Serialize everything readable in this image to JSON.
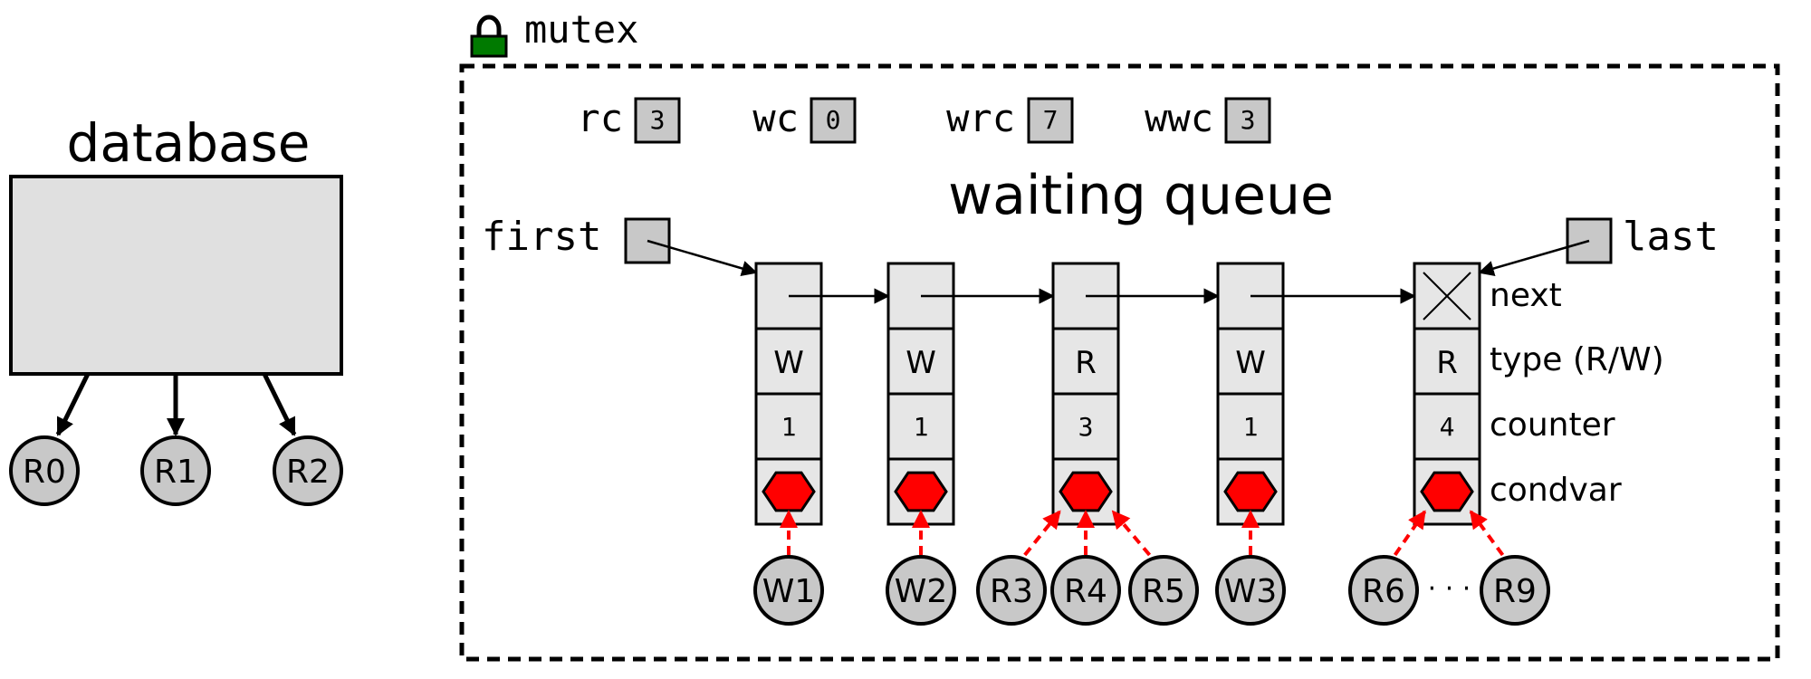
{
  "database": {
    "label": "database",
    "readers": [
      "R0",
      "R1",
      "R2"
    ]
  },
  "mutex": {
    "label": "mutex",
    "lock_icon": "padlock-icon",
    "lock_color": "#007a00"
  },
  "counters": [
    {
      "name": "rc",
      "value": "3"
    },
    {
      "name": "wc",
      "value": "0"
    },
    {
      "name": "wrc",
      "value": "7"
    },
    {
      "name": "wwc",
      "value": "3"
    }
  ],
  "queue": {
    "title": "waiting queue",
    "first_label": "first",
    "last_label": "last",
    "nodes": [
      {
        "type": "W",
        "counter": "1",
        "waiters": [
          "W1"
        ]
      },
      {
        "type": "W",
        "counter": "1",
        "waiters": [
          "W2"
        ]
      },
      {
        "type": "R",
        "counter": "3",
        "waiters": [
          "R3",
          "R4",
          "R5"
        ]
      },
      {
        "type": "W",
        "counter": "1",
        "waiters": [
          "W3"
        ]
      },
      {
        "type": "R",
        "counter": "4",
        "waiters": [
          "R6",
          "R9"
        ],
        "ellipsis": "· · ·"
      }
    ],
    "field_labels": {
      "next": "next",
      "type": "type (R/W)",
      "counter": "counter",
      "condvar": "condvar"
    }
  },
  "colors": {
    "cell_fill": "#e6e6e6",
    "counter_fill": "#c8c8c8",
    "circle_fill": "#c8c8c8",
    "db_fill": "#e0e0e0",
    "condvar_fill": "#ff0000",
    "waiter_arrow": "#ff0000"
  }
}
